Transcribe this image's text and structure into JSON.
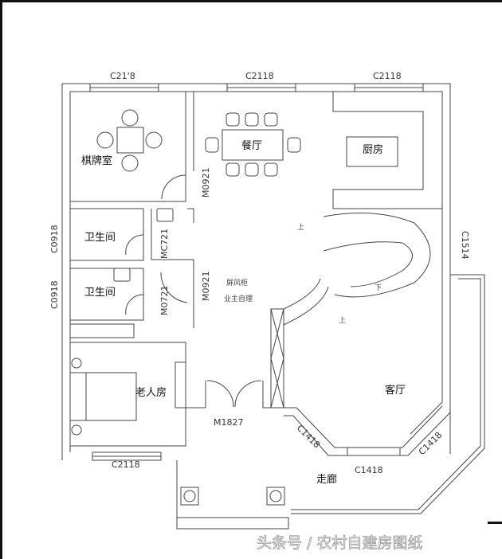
{
  "plan": {
    "rooms": {
      "chess_room": "棋牌室",
      "dining": "餐厅",
      "kitchen": "厨房",
      "bathroom_1": "卫生间",
      "bathroom_2": "卫生间",
      "elder_room": "老人房",
      "living_room": "客厅",
      "corridor": "走廊"
    },
    "windows": {
      "top_left": "C21'8",
      "top_mid": "C2118",
      "top_right": "C2118",
      "bath1_side": "C0918",
      "bath2_side": "C0918",
      "stair_side": "C1514",
      "elder_bottom": "C2118",
      "bay_left": "C1418",
      "bay_mid": "C1418",
      "bay_right": "C1418"
    },
    "doors": {
      "chess_door": "M0921",
      "bath1_door": "MC721",
      "bath2_door": "M0721",
      "hall_door": "M0921",
      "main_entrance": "M1827"
    },
    "stairs": {
      "up_1": "上",
      "up_2": "上",
      "down": "下"
    },
    "notes": {
      "screen_line1": "屏风柜",
      "screen_line2": "业主自理"
    }
  },
  "watermark": "头条号 / 农村自建房图纸"
}
